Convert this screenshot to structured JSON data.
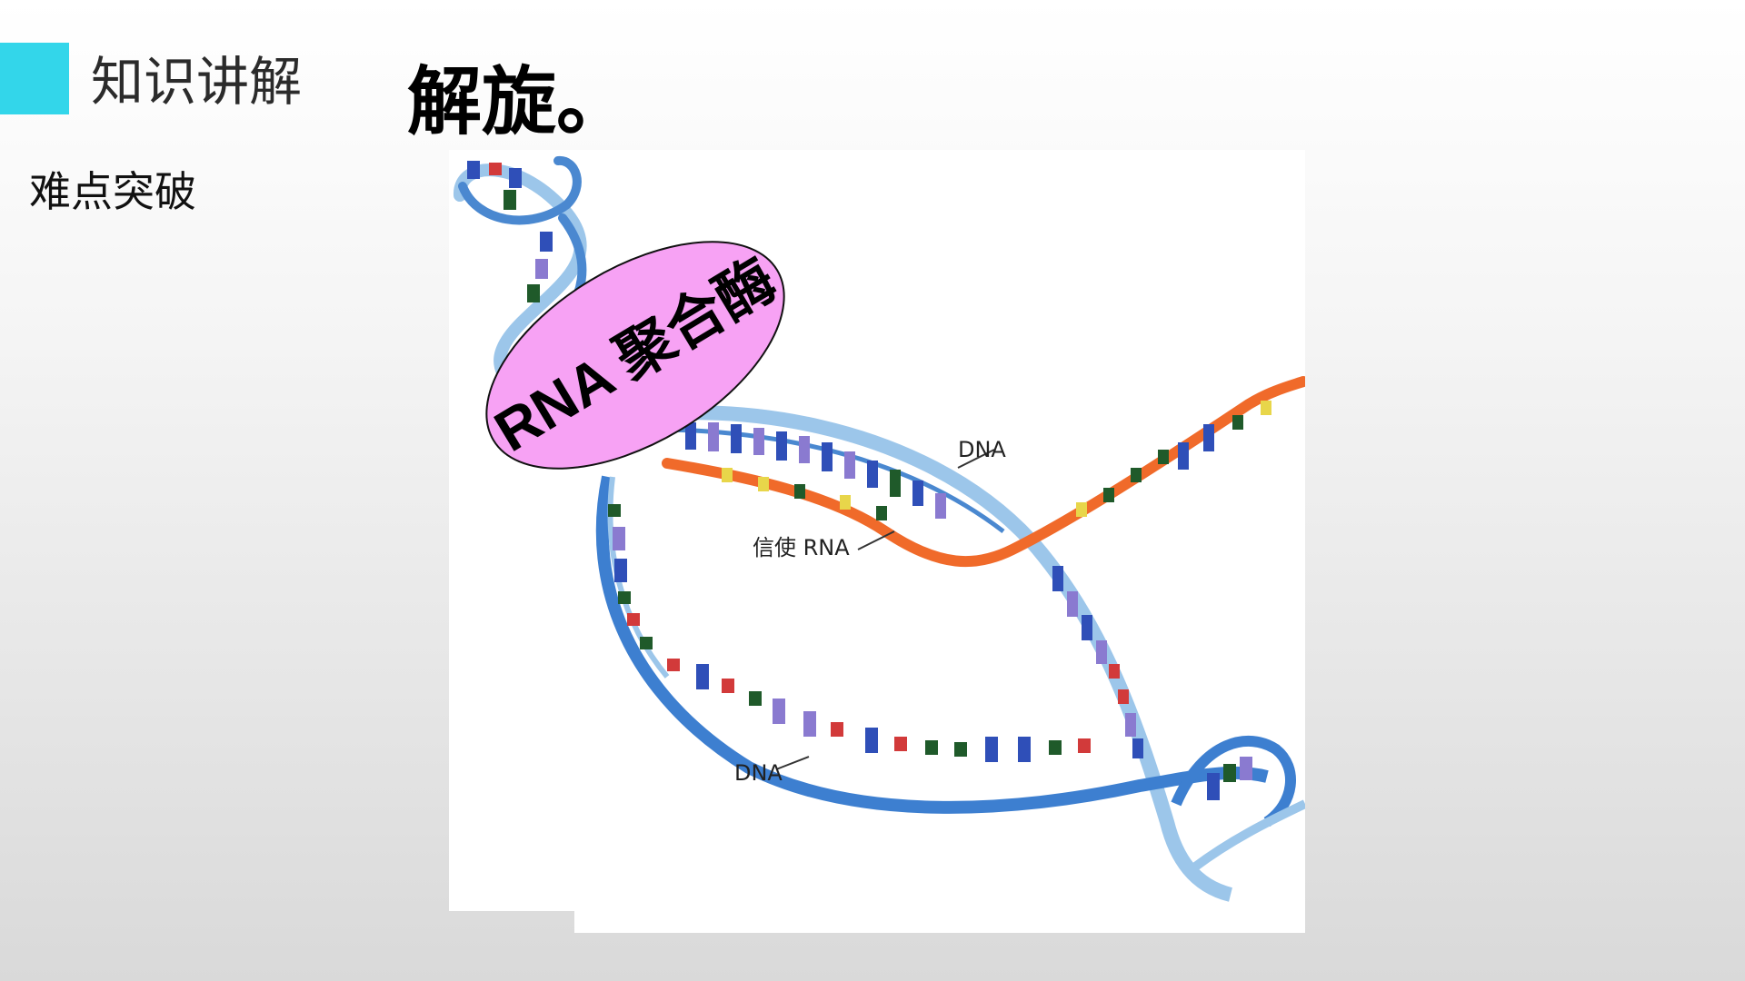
{
  "header": {
    "section_title": "知识讲解",
    "subsection_title": "难点突破",
    "heading": "解旋。"
  },
  "diagram": {
    "enzyme_label": "RNA 聚合酶",
    "dna_label_top": "DNA",
    "mrna_label": "信使 RNA",
    "dna_label_bottom": "DNA"
  },
  "colors": {
    "accent": "#33d6ea",
    "dna_strand": "#4a88d0",
    "dna_strand_light": "#9cc6ea",
    "mrna_strand": "#f06a2a",
    "enzyme_fill": "#f7a2f4",
    "base_blue": "#2f4fb8",
    "base_purple": "#8a7ad0",
    "base_green": "#1f5a2a",
    "base_red": "#d23a3a",
    "base_yellow": "#e8d64a"
  },
  "icons": [
    "dna-helix-icon"
  ]
}
